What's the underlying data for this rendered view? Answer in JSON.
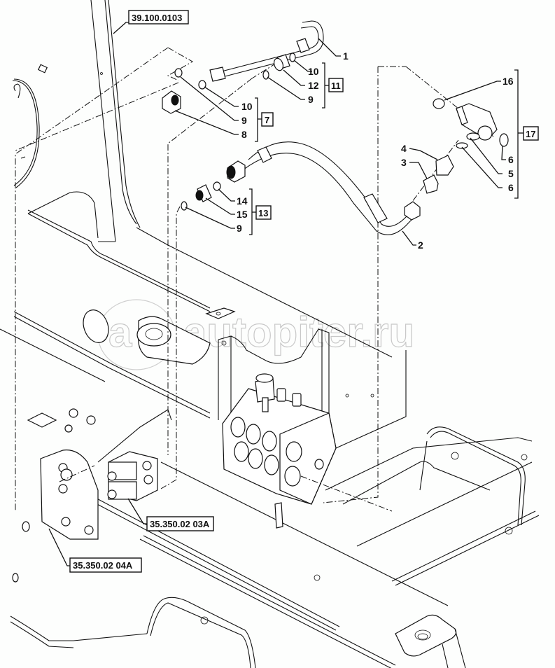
{
  "diagram": {
    "type": "exploded parts diagram",
    "subject": "hydraulic control valve, tubes and fittings on frame",
    "watermark": "autopiter.ru",
    "watermark_logo": "a",
    "reference_labels": [
      {
        "id": "ref-top",
        "text": "39.100.0103"
      },
      {
        "id": "ref-mid",
        "text": "35.350.02 03A"
      },
      {
        "id": "ref-bottom",
        "text": "35.350.02 04A"
      }
    ],
    "callouts": {
      "c1": "1",
      "c2": "2",
      "c3": "3",
      "c4": "4",
      "c5": "5",
      "c6a": "6",
      "c6b": "6",
      "c8": "8",
      "c9a": "9",
      "c9b": "9",
      "c9c": "9",
      "c10a": "10",
      "c10b": "10",
      "c12": "12",
      "c14": "14",
      "c15": "15",
      "c16": "16"
    },
    "kits": {
      "k7": "7",
      "k11": "11",
      "k13": "13",
      "k17": "17"
    }
  }
}
